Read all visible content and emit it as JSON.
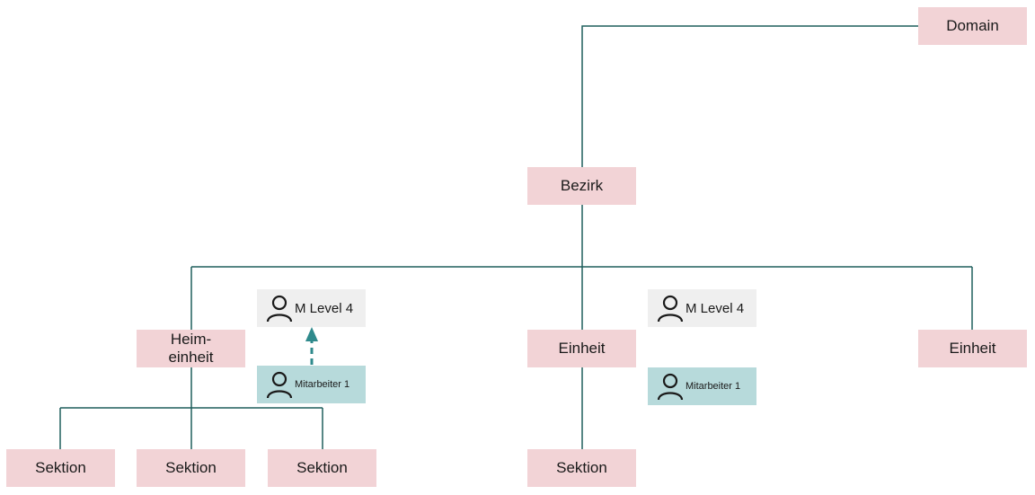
{
  "diagram": {
    "domain": "Domain",
    "bezirk": "Bezirk",
    "heimeinheit": "Heim-\neinheit",
    "einheit_middle": "Einheit",
    "einheit_right": "Einheit",
    "sektion_1": "Sektion",
    "sektion_2": "Sektion",
    "sektion_3": "Sektion",
    "sektion_4": "Sektion",
    "level_left": "M Level 4",
    "level_right": "M Level 4",
    "staff_left": "Mitarbeiter 1",
    "staff_right": "Mitarbeiter 1"
  },
  "icons": {
    "person": "person-icon"
  },
  "colors": {
    "unit_box": "#f2d3d6",
    "level_box": "#efefef",
    "staff_box": "#b7dadb",
    "connector": "#1f5f5c",
    "arrow": "#2f8a8c"
  }
}
